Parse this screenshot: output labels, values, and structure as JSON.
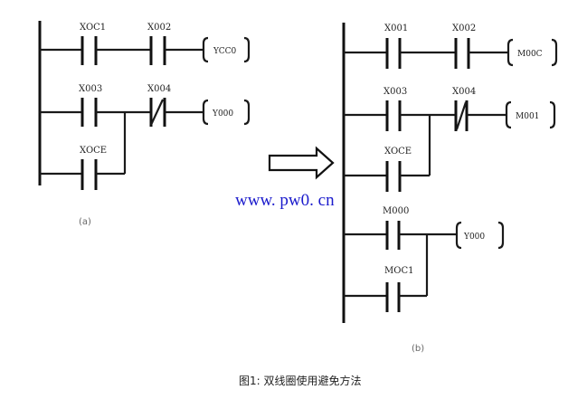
{
  "diagram_a": {
    "caption": "(a)",
    "rungs": [
      {
        "contacts": [
          {
            "label": "XOC1",
            "type": "NO"
          },
          {
            "label": "X002",
            "type": "NO"
          }
        ],
        "coil": "YCC0"
      },
      {
        "contacts": [
          {
            "label": "X003",
            "type": "NO"
          },
          {
            "label": "X004",
            "type": "NC"
          }
        ],
        "coil": "Y000",
        "parallel": {
          "label": "XOCE",
          "type": "NO"
        }
      }
    ]
  },
  "diagram_b": {
    "caption": "(b)",
    "rungs": [
      {
        "contacts": [
          {
            "label": "X001",
            "type": "NO"
          },
          {
            "label": "X002",
            "type": "NO"
          }
        ],
        "coil": "M00C"
      },
      {
        "contacts": [
          {
            "label": "X003",
            "type": "NO"
          },
          {
            "label": "X004",
            "type": "NC"
          }
        ],
        "coil": "M001",
        "parallel": {
          "label": "XOCE",
          "type": "NO"
        }
      },
      {
        "contacts": [
          {
            "label": "M000",
            "type": "NO"
          }
        ],
        "coil": "Y000",
        "parallel": {
          "label": "MOC1",
          "type": "NO"
        }
      }
    ]
  },
  "arrow": "right-arrow",
  "watermark": "www. pw0. cn",
  "figure_title": "图1: 双线圈使用避免方法"
}
